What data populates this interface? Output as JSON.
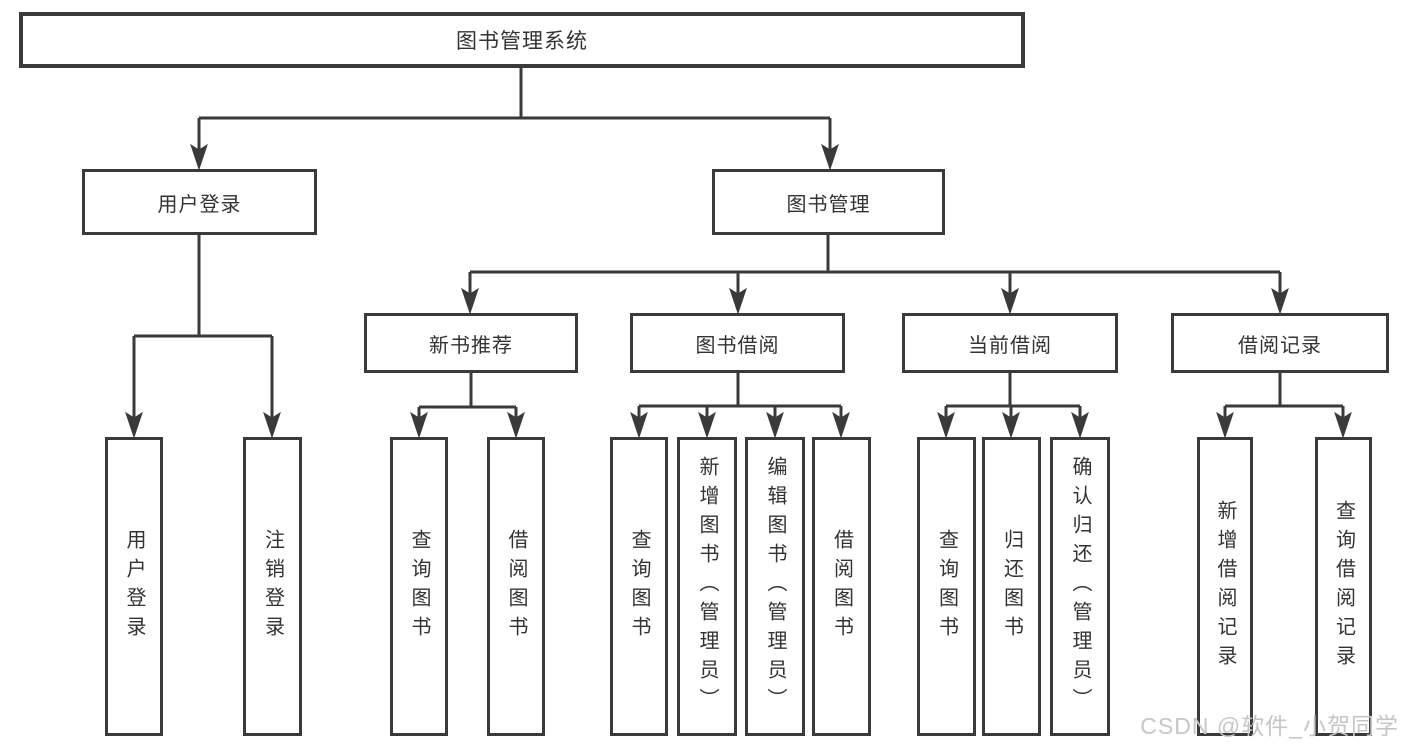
{
  "diagram": {
    "root": {
      "label": "图书管理系统"
    },
    "level2": [
      {
        "label": "用户登录"
      },
      {
        "label": "图书管理"
      }
    ],
    "level3": [
      {
        "label": "新书推荐"
      },
      {
        "label": "图书借阅"
      },
      {
        "label": "当前借阅"
      },
      {
        "label": "借阅记录"
      }
    ],
    "leaves": {
      "user_login": [
        "用户登录",
        "注销登录"
      ],
      "new_book_recommend": [
        "查询图书",
        "借阅图书"
      ],
      "book_borrow": [
        "查询图书",
        "新增图书（管理员）",
        "编辑图书（管理员）",
        "借阅图书"
      ],
      "current_borrow": [
        "查询图书",
        "归还图书",
        "确认归还（管理员）"
      ],
      "borrow_records": [
        "新增借阅记录",
        "查询借阅记录"
      ]
    }
  },
  "watermark": {
    "text": "CSDN @软件_小贺同学"
  },
  "colors": {
    "line": "#3a3a3a",
    "text": "#333333",
    "watermark": "#c6c6c6",
    "background": "#ffffff"
  }
}
